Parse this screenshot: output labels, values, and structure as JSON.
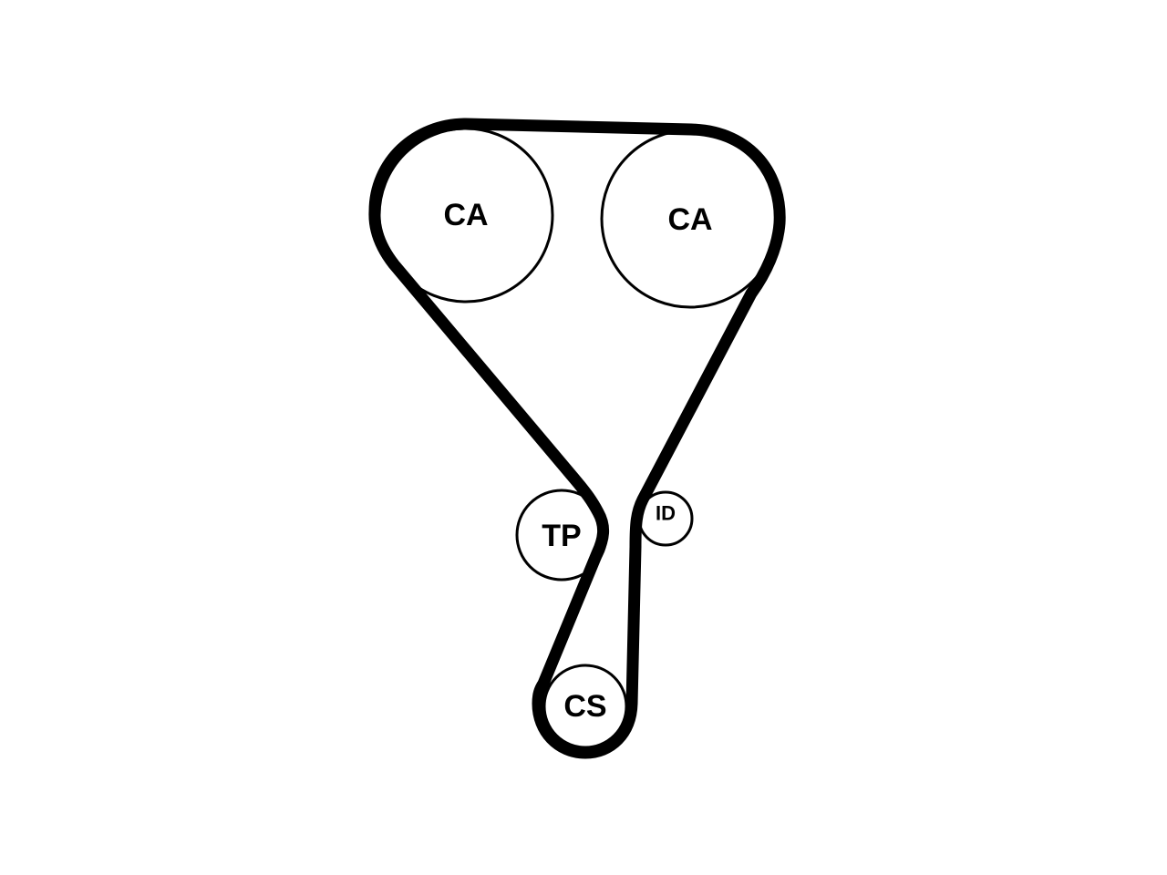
{
  "diagram": {
    "pulleys": {
      "cam_left": {
        "label": "CA"
      },
      "cam_right": {
        "label": "CA"
      },
      "tensioner": {
        "label": "TP"
      },
      "idler": {
        "label": "ID"
      },
      "crank": {
        "label": "CS"
      }
    },
    "colors": {
      "belt": "#000000",
      "pulley_outline": "#000000",
      "background": "#ffffff"
    }
  }
}
